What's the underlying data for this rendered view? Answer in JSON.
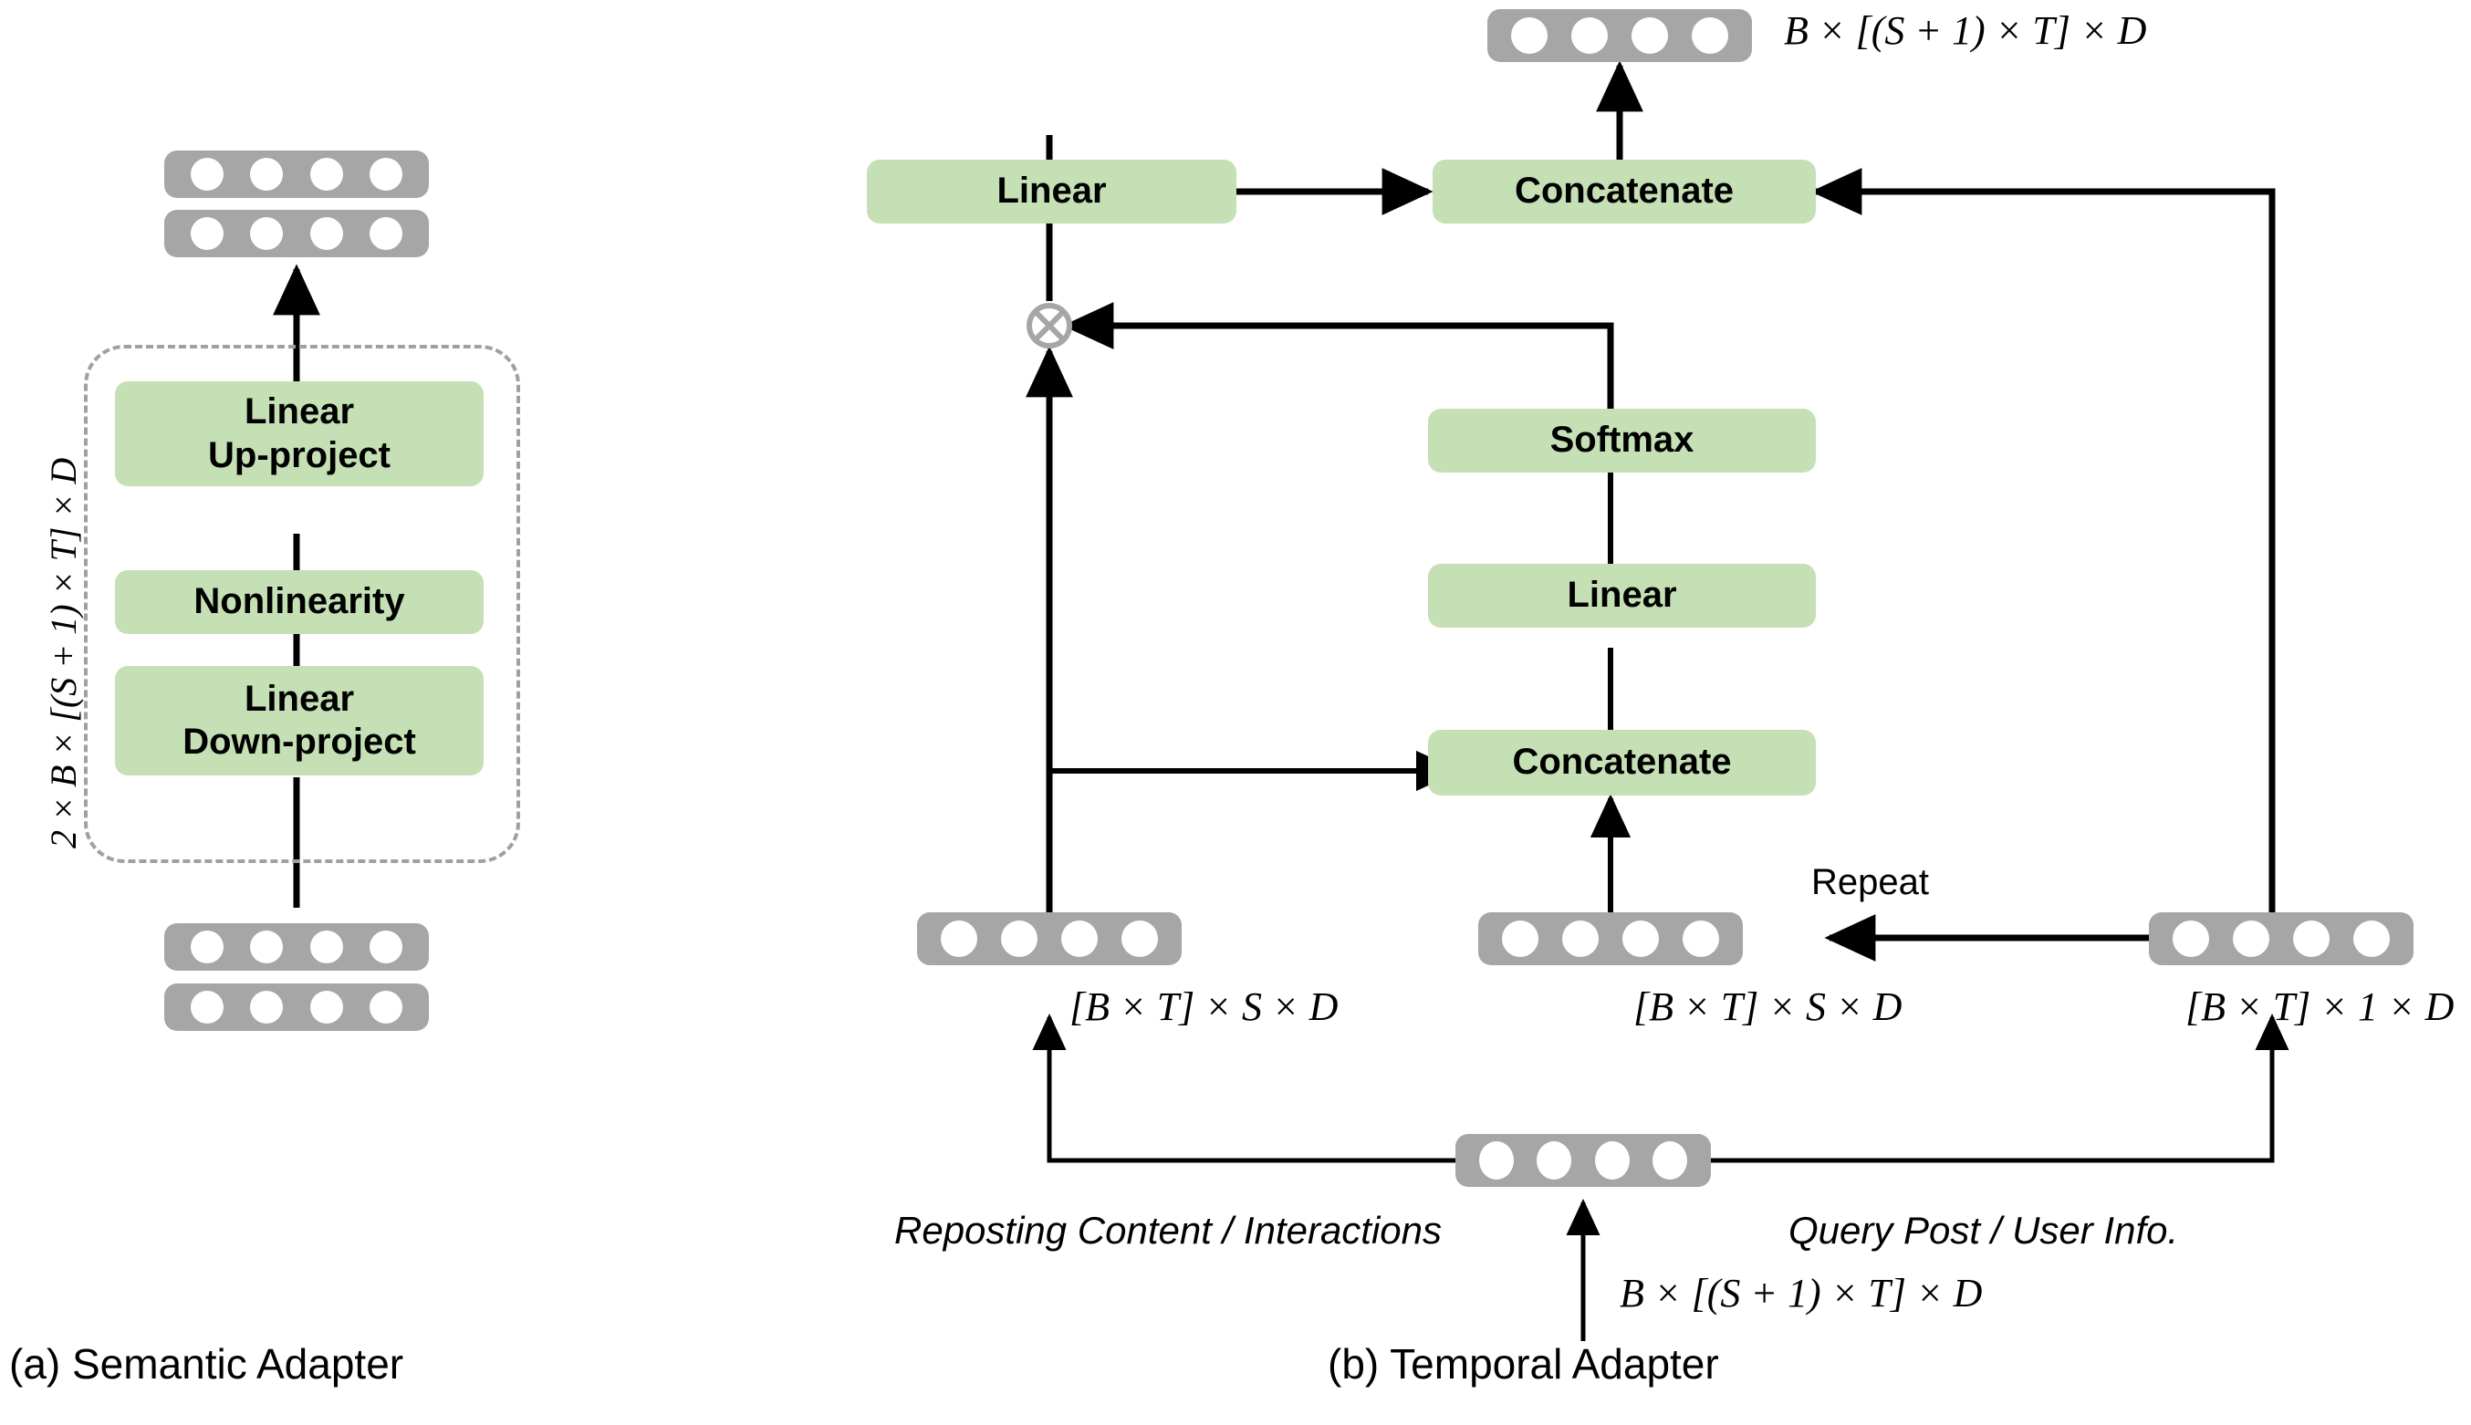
{
  "figure": {
    "panels": [
      {
        "id": "a",
        "caption": "(a) Semantic Adapter"
      },
      {
        "id": "b",
        "caption": "(b) Temporal Adapter"
      }
    ],
    "colors": {
      "block_green": "#c5e0b4",
      "token_gray": "#a6a6a6",
      "token_dot": "#ffffff",
      "dashed_border": "#a0a0a0",
      "arrow": "#000000",
      "multiply_node": "#a6a6a6"
    }
  },
  "semantic_adapter": {
    "caption": "(a) Semantic Adapter",
    "side_label": "2 × B × [(S + 1) × T] × D",
    "blocks": [
      {
        "label": "Linear\nUp-project"
      },
      {
        "label": "Nonlinearity"
      },
      {
        "label": "Linear\nDown-project"
      }
    ],
    "token_groups": [
      {
        "name": "output-tokens",
        "rows": 2,
        "dots_per_row": 4
      },
      {
        "name": "input-tokens",
        "rows": 2,
        "dots_per_row": 4
      }
    ]
  },
  "temporal_adapter": {
    "caption": "(b) Temporal Adapter",
    "blocks": [
      {
        "name": "linear-left",
        "label": "Linear"
      },
      {
        "name": "concatenate-top",
        "label": "Concatenate"
      },
      {
        "name": "softmax",
        "label": "Softmax"
      },
      {
        "name": "linear-mid",
        "label": "Linear"
      },
      {
        "name": "concatenate-mid",
        "label": "Concatenate"
      }
    ],
    "edge_labels": [
      {
        "name": "repeat-label",
        "text": "Repeat"
      }
    ],
    "stream_labels": [
      {
        "name": "reposting-label",
        "text": "Reposting Content / Interactions"
      },
      {
        "name": "query-post-label",
        "text": "Query Post / User Info."
      }
    ],
    "shape_labels": [
      {
        "name": "output-shape",
        "text": "B × [(S + 1) × T] × D"
      },
      {
        "name": "left-branch-shape",
        "text": "[B × T] × S × D"
      },
      {
        "name": "mid-branch-shape",
        "text": "[B × T] × S × D"
      },
      {
        "name": "right-branch-shape",
        "text": "[B × T] × 1 × D"
      },
      {
        "name": "input-shape",
        "text": "B × [(S + 1) × T] × D"
      }
    ],
    "token_groups": [
      {
        "name": "output-tokens",
        "dots": 4
      },
      {
        "name": "left-branch-tokens",
        "dots": 4
      },
      {
        "name": "mid-branch-tokens",
        "dots": 4
      },
      {
        "name": "right-branch-tokens",
        "dots": 4
      },
      {
        "name": "input-tokens",
        "dots": 4
      }
    ],
    "operators": [
      {
        "name": "elementwise-multiply",
        "symbol": "⊗"
      }
    ]
  }
}
